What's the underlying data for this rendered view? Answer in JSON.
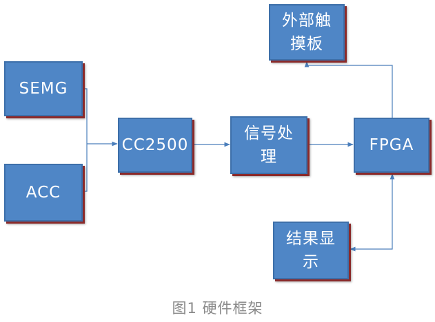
{
  "nodes": {
    "semg": "SEMG",
    "acc": "ACC",
    "cc2500": "CC2500",
    "signal_processing": [
      "信号处",
      "理"
    ],
    "fpga": "FPGA",
    "touchpad": [
      "外部触",
      "摸板"
    ],
    "result_display": [
      "结果显",
      "示"
    ]
  },
  "caption": "图1 硬件框架",
  "colors": {
    "box_fill": "#4f86c6",
    "box_border": "#3d6fa9",
    "box_shadow": "#8b2a2a",
    "line": "#4a7ebb",
    "caption": "#8a8a8a"
  }
}
